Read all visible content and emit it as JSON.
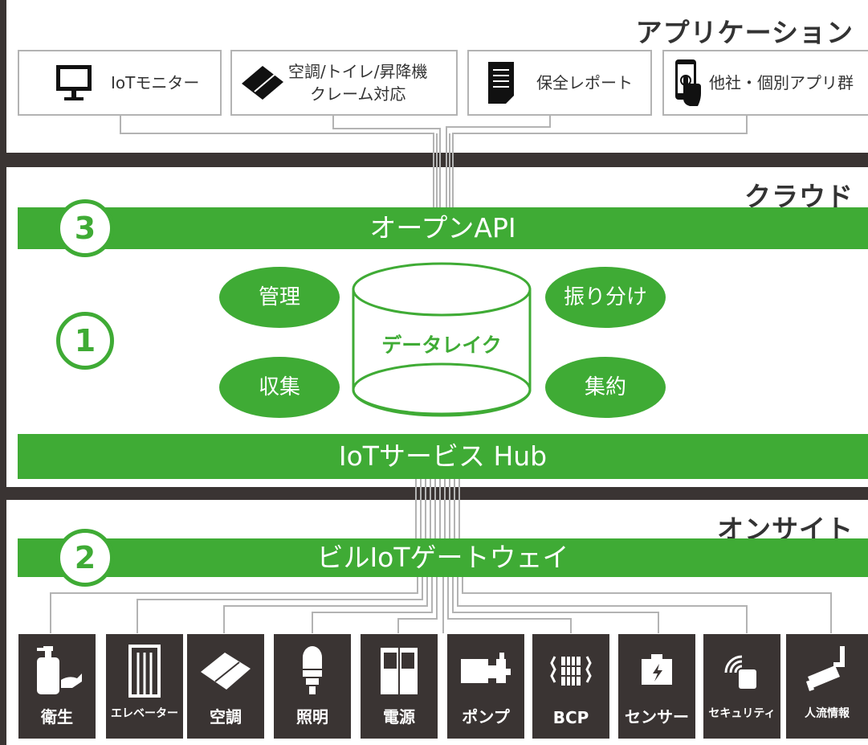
{
  "sections": {
    "application": "アプリケーション",
    "cloud": "クラウド",
    "onsite": "オンサイト"
  },
  "apps": [
    {
      "label": "IoTモニター",
      "icon": "monitor-icon"
    },
    {
      "label_line1": "空調/トイレ/昇降機",
      "label_line2": "クレーム対応",
      "icon": "diamond-panel-icon"
    },
    {
      "label": "保全レポート",
      "icon": "document-icon"
    },
    {
      "label": "他社・個別アプリ群",
      "icon": "smartphone-touch-icon"
    }
  ],
  "cloud": {
    "open_api": "オープンAPI",
    "hub": "IoTサービス Hub",
    "data_lake": "データレイク",
    "ovals": [
      "管理",
      "振り分け",
      "収集",
      "集約"
    ]
  },
  "onsite": {
    "gateway": "ビルIoTゲートウェイ"
  },
  "markers": [
    "3",
    "1",
    "2"
  ],
  "devices": [
    {
      "label": "衛生",
      "icon": "soap-dispenser-icon"
    },
    {
      "label": "エレベーター",
      "icon": "elevator-icon"
    },
    {
      "label": "空調",
      "icon": "air-conditioner-icon"
    },
    {
      "label": "照明",
      "icon": "light-bulb-icon"
    },
    {
      "label": "電源",
      "icon": "power-panel-icon"
    },
    {
      "label": "ポンプ",
      "icon": "pump-icon"
    },
    {
      "label": "BCP",
      "icon": "bcp-battery-icon"
    },
    {
      "label": "センサー",
      "icon": "sensor-icon"
    },
    {
      "label": "セキュリティ",
      "icon": "security-icon"
    },
    {
      "label": "人流情報",
      "icon": "camera-icon"
    }
  ],
  "colors": {
    "green": "#3fab35",
    "dark": "#3a3433",
    "line": "#b3b3b3"
  }
}
